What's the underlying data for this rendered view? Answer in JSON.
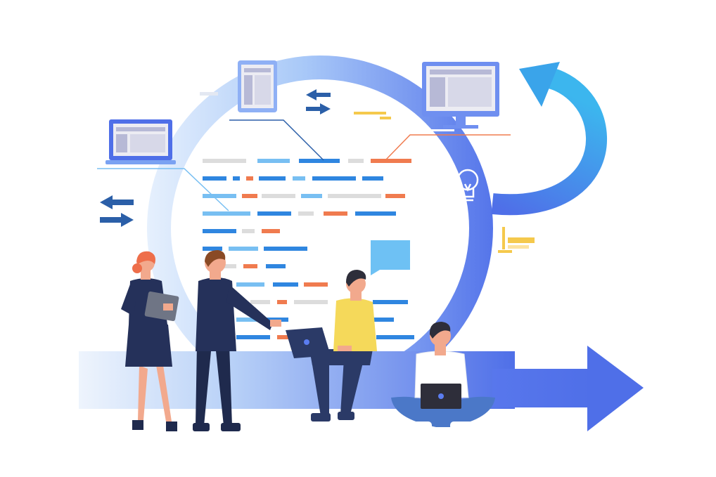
{
  "illustration": {
    "subject": "agile-development-cycle",
    "colors": {
      "cycle_light": "#dbeafe",
      "cycle_mid": "#8fb8f6",
      "cycle_dark": "#4f6fe8",
      "arrow_blue": "#5b7df0",
      "navy": "#2b3a67",
      "code_blue": "#2f86e0",
      "code_light_blue": "#78bff2",
      "code_orange": "#f07b4f",
      "code_gray": "#dcdcdc",
      "accent_yellow": "#f5c94c",
      "bubble_blue": "#6ec1f4",
      "cyan": "#4fb0ec"
    },
    "icons": [
      "laptop-icon",
      "tablet-icon",
      "monitor-icon",
      "swap-arrows-icon",
      "lightbulb-icon",
      "chat-bubble-icon",
      "cycle-arrow-icon",
      "progress-arrow-icon"
    ],
    "people": [
      "woman-with-tablet",
      "man-in-suit-pointing",
      "man-with-laptop-seated",
      "man-cross-legged-with-laptop"
    ]
  }
}
